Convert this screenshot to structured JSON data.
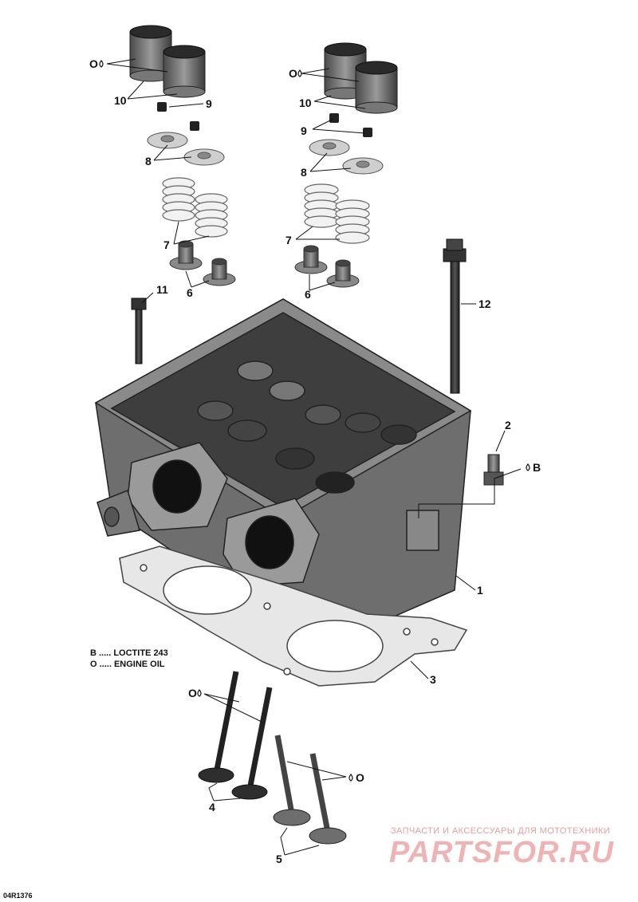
{
  "callouts": {
    "c1": "1",
    "c2": "2",
    "c3": "3",
    "c4": "4",
    "c5": "5",
    "c6a": "6",
    "c6b": "6",
    "c7a": "7",
    "c7b": "7",
    "c8a": "8",
    "c8b": "8",
    "c9a": "9",
    "c9b": "9",
    "c10a": "10",
    "c10b": "10",
    "c11": "11",
    "c12": "12",
    "o_tl": "O",
    "o_tr": "O",
    "o_vl": "O",
    "o_vr": "O",
    "b_plug": "B"
  },
  "legend": {
    "line1": "B ..... LOCTITE 243",
    "line2": "O ..... ENGINE OIL"
  },
  "drawing_code": "04R1376",
  "watermark": {
    "subtitle": "ЗАПЧАСТИ И АКСЕССУАРЫ ДЛЯ МОТОТЕХНИКИ",
    "brand": "PARTSFOR.RU"
  }
}
